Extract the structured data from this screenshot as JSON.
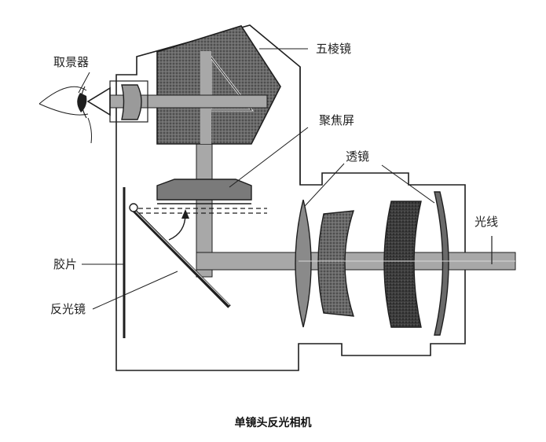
{
  "labels": {
    "viewfinder": "取景器",
    "pentaprism": "五棱镜",
    "focusing_screen": "聚焦屏",
    "lens": "透镜",
    "light_ray": "光线",
    "film": "胶片",
    "reflex_mirror": "反光镜"
  },
  "caption": "单镜头反光相机",
  "colors": {
    "ink": "#1e1e1e",
    "dark_fill": "#505050",
    "mid_fill": "#828282",
    "light_fill": "#a8a8a8",
    "paper": "#ffffff"
  }
}
